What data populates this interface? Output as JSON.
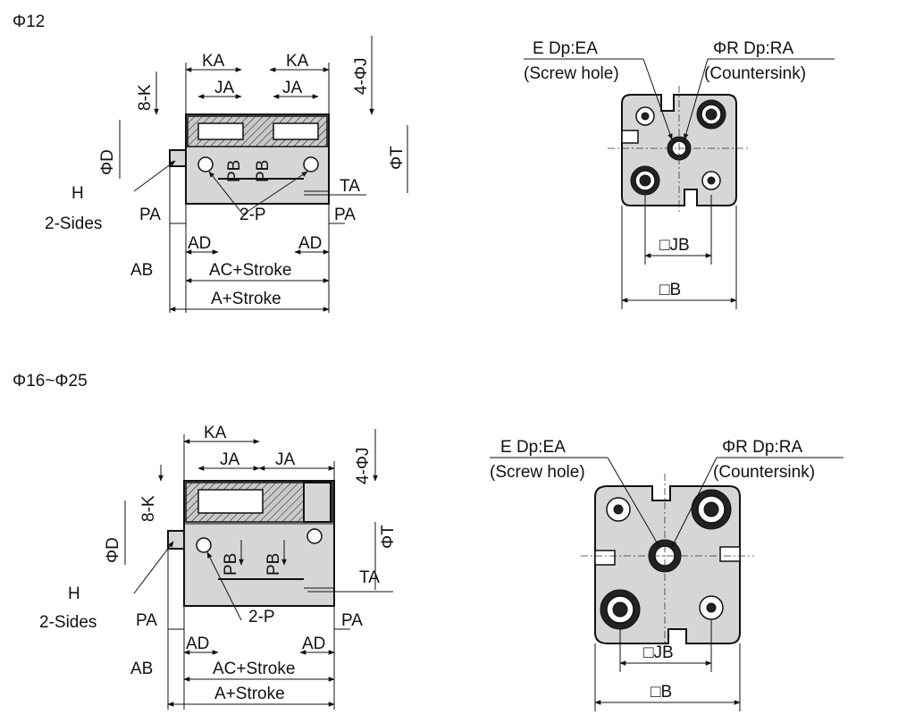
{
  "sections": {
    "top_title": "Φ12",
    "bottom_title": "Φ16~Φ25"
  },
  "side_view": {
    "ka": "KA",
    "ja": "JA",
    "four_phi_j": "4-ΦJ",
    "eight_k": "8-K",
    "phi_d": "ΦD",
    "phi_t": "ΦT",
    "pb": "PB",
    "ta": "TA",
    "h": "H",
    "two_sides": "2-Sides",
    "pa": "PA",
    "two_p": "2-P",
    "ad": "AD",
    "ab": "AB",
    "ac_stroke": "AC+Stroke",
    "a_stroke": "A+Stroke"
  },
  "end_view": {
    "screw_spec": "E Dp:EA",
    "screw_note": "(Screw hole)",
    "countersink_spec": "ΦR Dp:RA",
    "countersink_note": "(Countersink)",
    "jb": "□JB",
    "b": "□B"
  }
}
